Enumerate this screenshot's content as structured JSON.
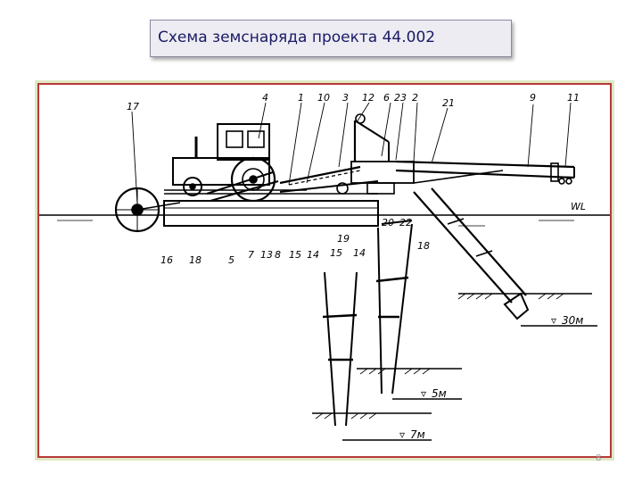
{
  "slide": {
    "title": "Схема земснаряда проекта 44.002",
    "page_number": "8"
  },
  "diagram": {
    "callouts": [
      "17",
      "4",
      "1",
      "10",
      "3",
      "12",
      "6",
      "23",
      "2",
      "21",
      "9",
      "11"
    ],
    "bottom_labels": [
      "16",
      "18",
      "5",
      "7",
      "13",
      "8",
      "15",
      "14",
      "15",
      "14",
      "19",
      "20",
      "22",
      "18"
    ],
    "water_label": "WL",
    "depths": [
      "30м",
      "5м",
      "7м"
    ]
  }
}
